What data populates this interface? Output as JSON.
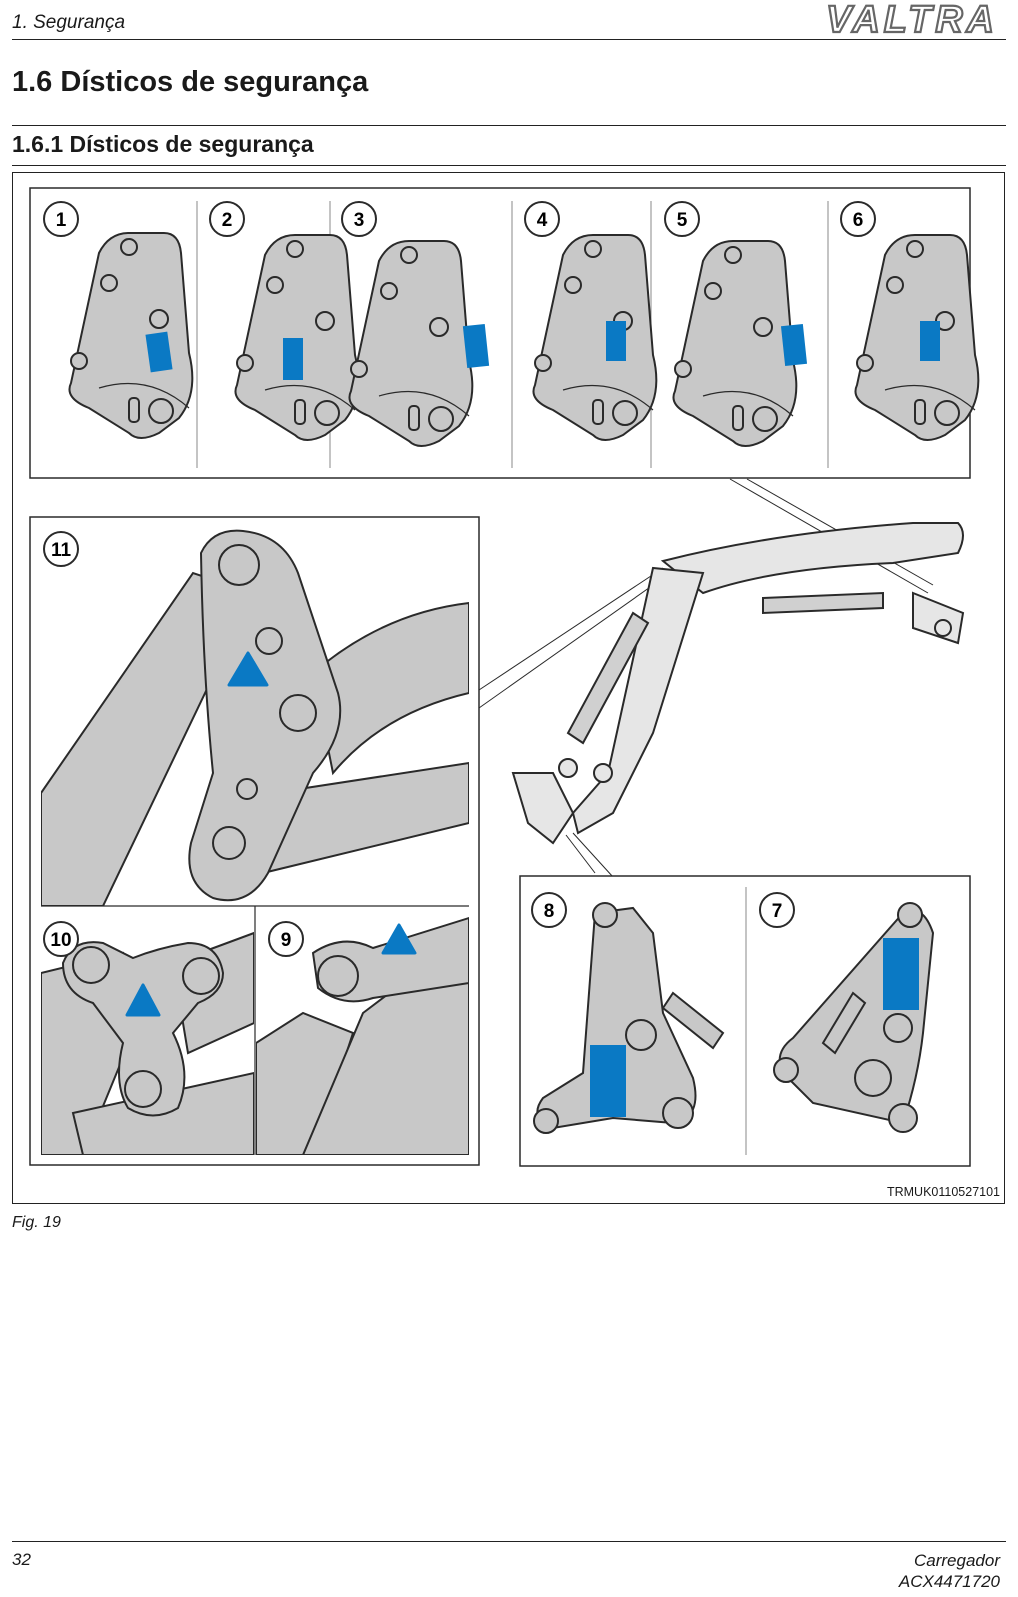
{
  "header": {
    "section": "1. Segurança",
    "brand": "VALTRA"
  },
  "headings": {
    "h1": "1.6   Dísticos de segurança",
    "h2": "1.6.1  Dísticos de segurança"
  },
  "figure": {
    "code": "TRMUK0110527101",
    "caption": "Fig. 19",
    "callouts": [
      "1",
      "2",
      "3",
      "4",
      "5",
      "6",
      "7",
      "8",
      "9",
      "10",
      "11"
    ],
    "colors": {
      "label_blue": "#0a79c4",
      "part_grey": "#c8c8c8",
      "outline": "#2a2a2a"
    }
  },
  "footer": {
    "page": "32",
    "title": "Carregador",
    "doc_id": "ACX4471720"
  }
}
